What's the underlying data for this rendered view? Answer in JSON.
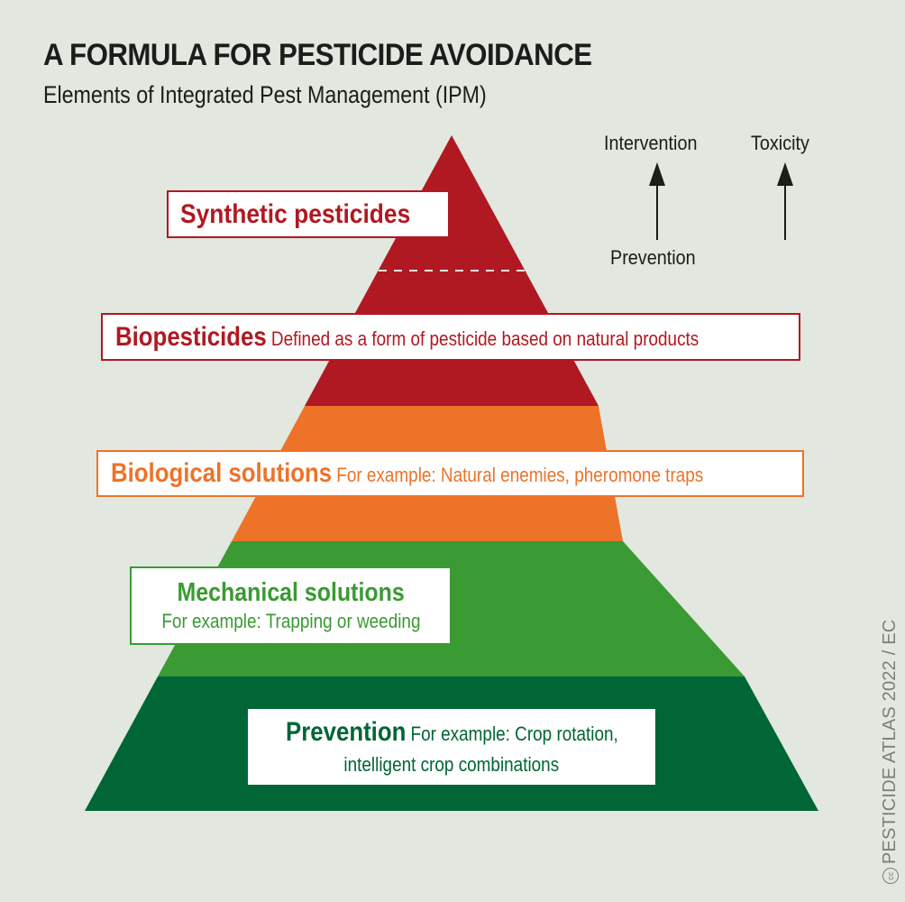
{
  "header": {
    "title": "A FORMULA FOR PESTICIDE AVOIDANCE",
    "subtitle": "Elements of Integrated Pest Management (IPM)"
  },
  "colors": {
    "background": "#e2e7e0",
    "synthetic_red": "#b01921",
    "biological_orange": "#ed7329",
    "mechanical_green": "#3a9a33",
    "prevention_dark_green": "#006636",
    "text_dark": "#1c1c1a"
  },
  "pyramid": {
    "levels": [
      {
        "id": "synthetic",
        "title": "Synthetic pesticides",
        "description": "",
        "color": "#b01921"
      },
      {
        "id": "biopesticides",
        "title": "Biopesticides",
        "description": "Defined as a form of pesticide based on natural products",
        "color": "#b01921"
      },
      {
        "id": "biological",
        "title": "Biological solutions",
        "description": "For example: Natural enemies, pheromone traps",
        "color": "#ed7329"
      },
      {
        "id": "mechanical",
        "title": "Mechanical solutions",
        "description": "For example: Trapping or weeding",
        "color": "#3a9a33"
      },
      {
        "id": "prevention",
        "title": "Prevention",
        "description_line1": "For example: Crop rotation,",
        "description_line2": "intelligent crop combinations",
        "color": "#006636"
      }
    ]
  },
  "axes": {
    "intervention_top": "Intervention",
    "intervention_bottom": "Prevention",
    "toxicity": "Toxicity",
    "arrow_icon": "arrow-up-icon"
  },
  "footer": {
    "credit": "PESTICIDE ATLAS 2022 / EC",
    "license_icon": "cc"
  }
}
